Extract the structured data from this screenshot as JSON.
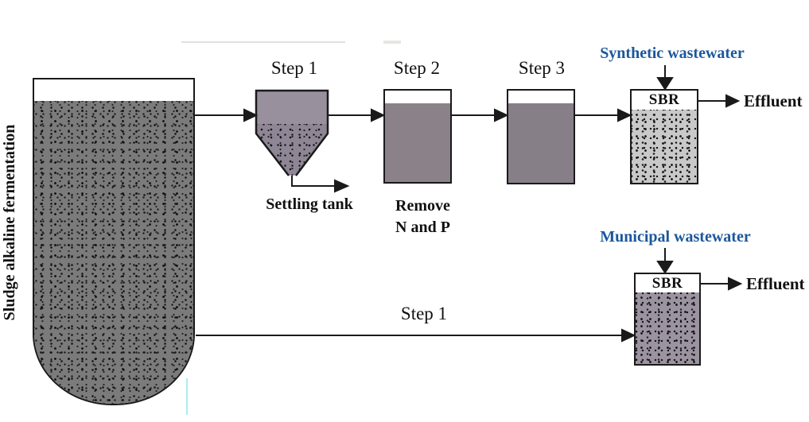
{
  "diagram": {
    "fermenter": {
      "label": "Sludge alkaline fermentation"
    },
    "top_train": {
      "step1_title": "Step 1",
      "step2_title": "Step 2",
      "step3_title": "Step 3",
      "settling_caption": "Settling tank",
      "remove_caption_line1": "Remove",
      "remove_caption_line2": "N and P",
      "sbr_label": "SBR",
      "input_label": "Synthetic wastewater",
      "output_label": "Effluent"
    },
    "bottom_train": {
      "path_label": "Step 1",
      "sbr_label": "SBR",
      "input_label": "Municipal wastewater",
      "output_label": "Effluent"
    },
    "colors": {
      "wastewater_label_blue": "#1b579b",
      "outline_black": "#1a1a1a",
      "fermenter_fill": "#7b7b7b",
      "settling_upper_fill": "#99909e",
      "settling_funnel_fill": "#8e8595",
      "step2_fill": "#8b8189",
      "step3_fill": "#877f87",
      "sbr_synthetic_fill": "#c9c9c9",
      "sbr_municipal_fill": "#9c93a1"
    }
  }
}
